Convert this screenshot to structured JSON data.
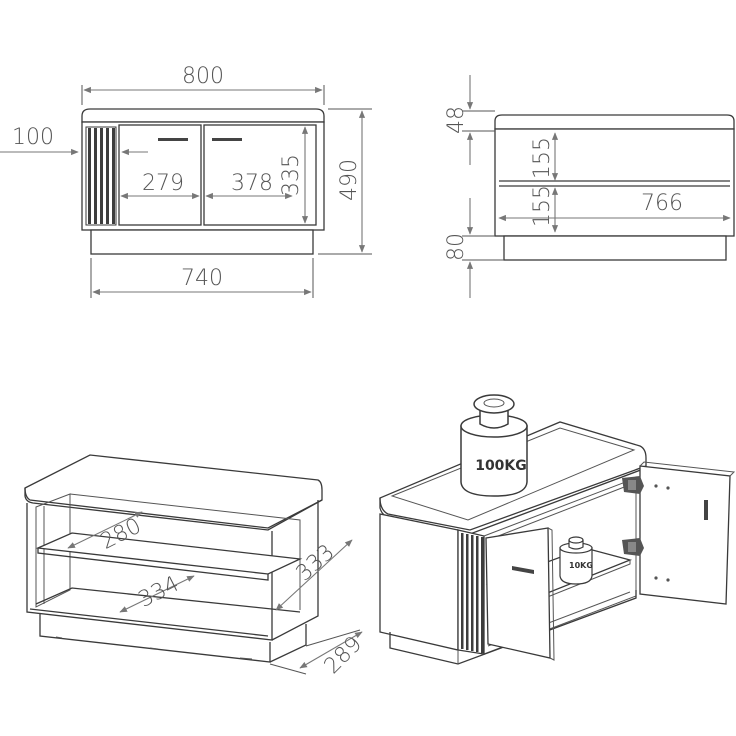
{
  "front_view": {
    "width_top": "800",
    "side_offset": "100",
    "door_left": "279",
    "door_right": "378",
    "door_height": "335",
    "total_height": "490",
    "base_width": "740"
  },
  "side_view": {
    "cushion_height": "48",
    "shelf_top": "155",
    "shelf_bottom": "155",
    "inner_width": "766",
    "base_height": "80"
  },
  "interior_view": {
    "shelf_depth": "280",
    "lower_depth": "334",
    "side_height": "333",
    "base_depth": "289"
  },
  "load_view": {
    "top_load": "100KG",
    "shelf_load": "10KG"
  },
  "colors": {
    "line": "#3a3a3a",
    "dimension": "#777777",
    "slats": "#3d3d3d"
  }
}
